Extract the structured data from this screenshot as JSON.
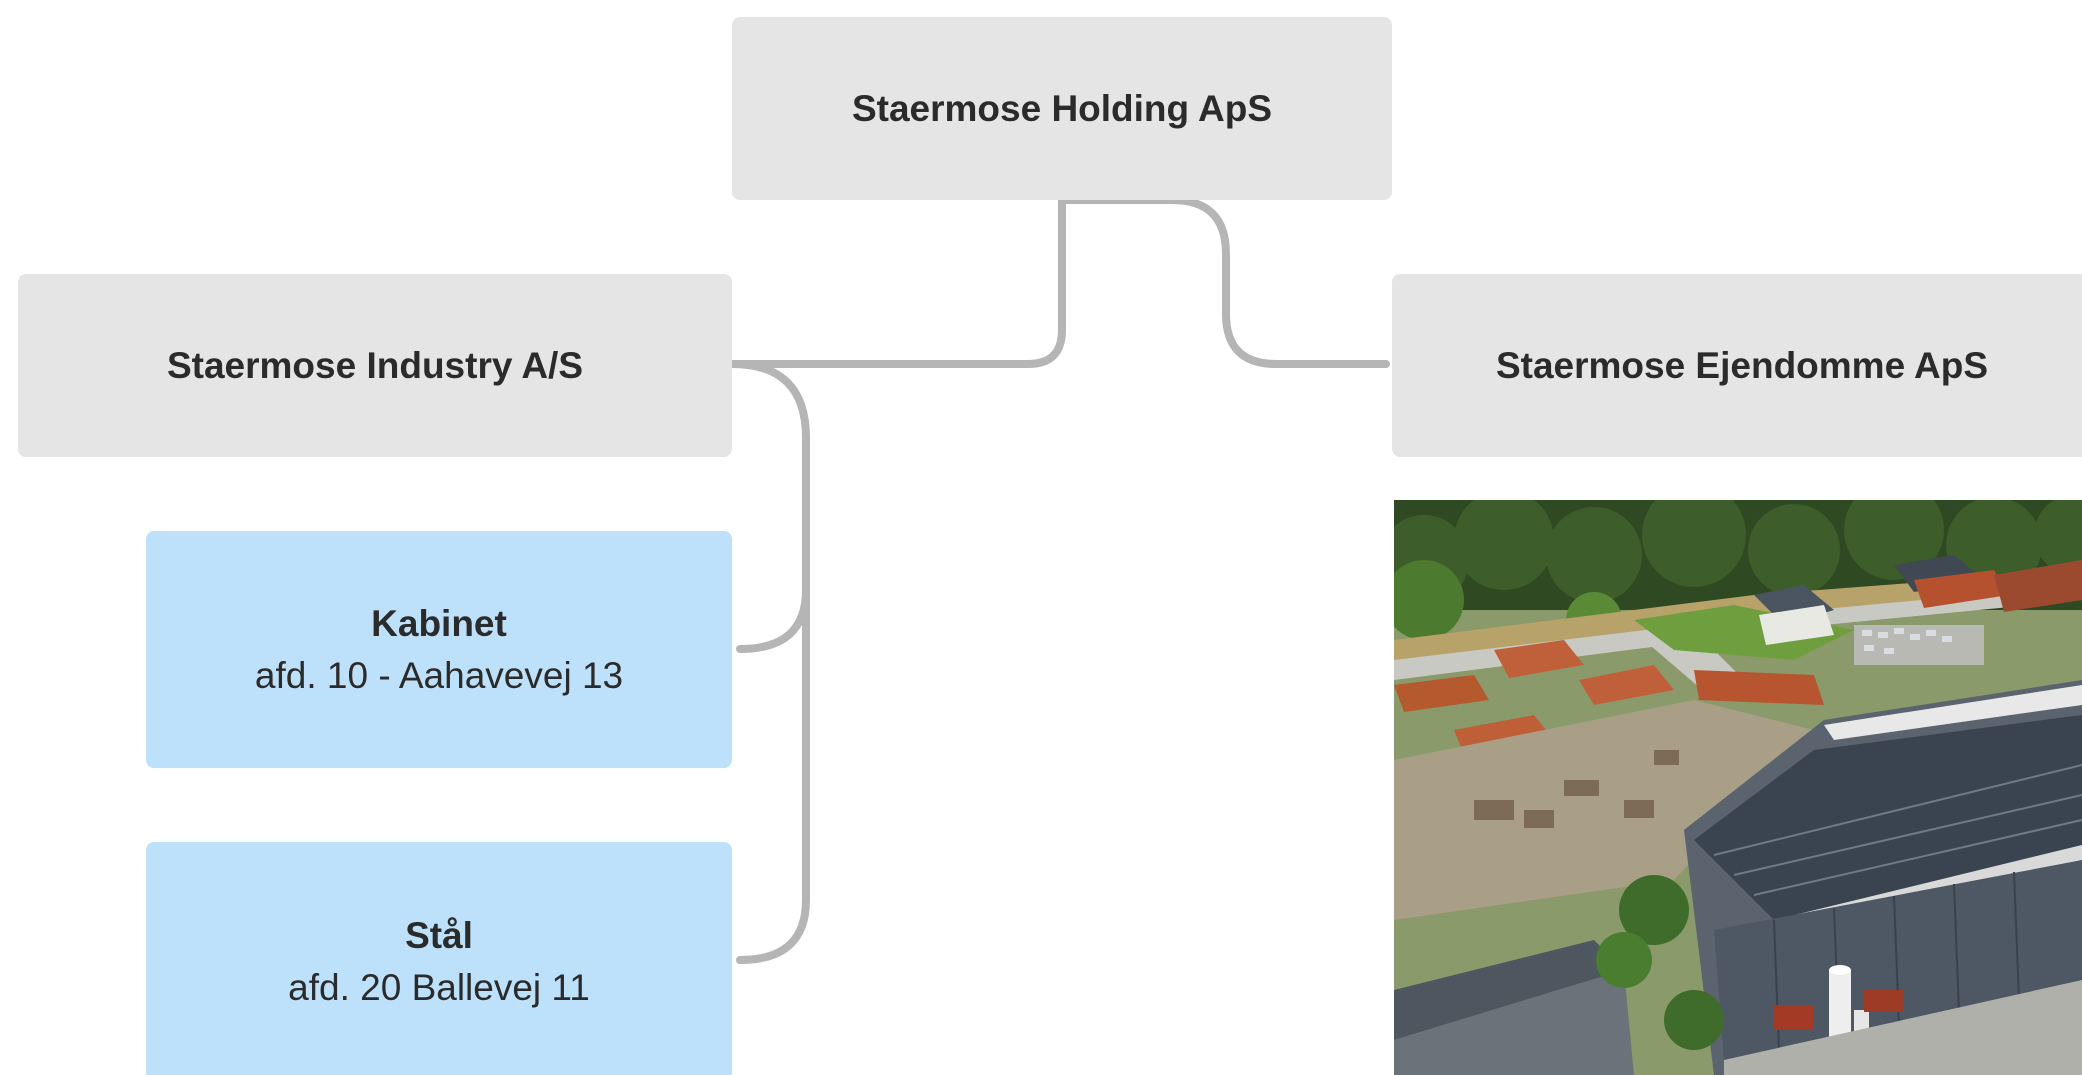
{
  "org_chart": {
    "root": {
      "label": "Staermose Holding ApS"
    },
    "industry": {
      "label": "Staermose Industry A/S"
    },
    "ejendomme": {
      "label": "Staermose Ejendomme ApS"
    },
    "departments": [
      {
        "name": "Kabinet",
        "detail": "afd. 10 - Aahavevej 13"
      },
      {
        "name": "Stål",
        "detail": "afd. 20 Ballevej 11"
      }
    ]
  },
  "colors": {
    "company_box": "#e5e5e5",
    "department_box": "#bde1fb",
    "connector": "#b5b5b5",
    "text": "#2b2b2b"
  },
  "photo": {
    "subject": "aerial-view-factory-with-solar-roof"
  }
}
